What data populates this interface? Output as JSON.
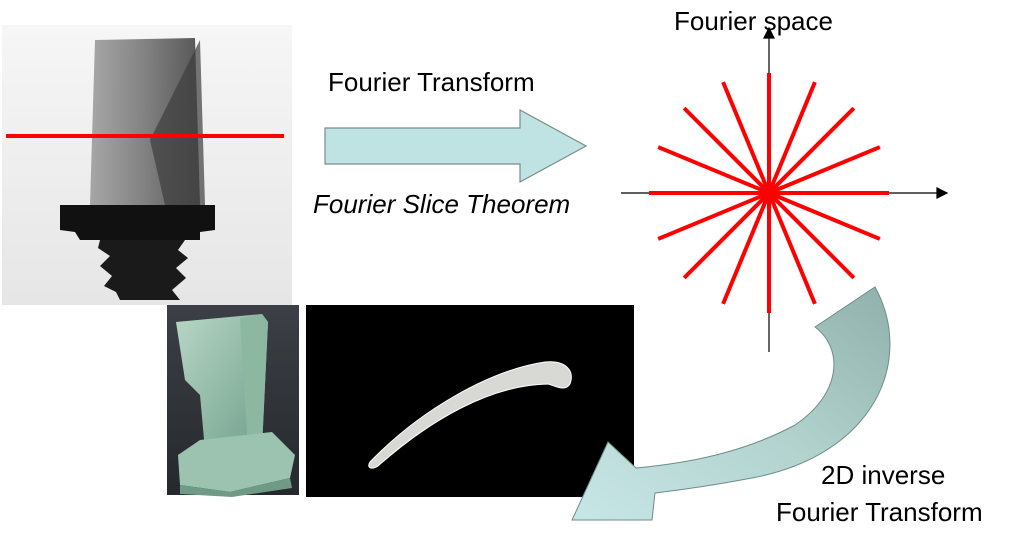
{
  "labels": {
    "forward_transform": "Fourier Transform",
    "theorem": "Fourier Slice Theorem",
    "fourier_space": "Fourier space",
    "inverse_line1": "2D inverse",
    "inverse_line2": "Fourier Transform"
  },
  "colors": {
    "slice_line": "#ff0000",
    "arrow_fill": "#bfe3e3",
    "arrow_stroke": "#7a8c8c",
    "curved_arrow_fill": "#a9c8c4",
    "axis": "#000000",
    "section_background": "#000000"
  },
  "fourier_space": {
    "spoke_count": 8
  }
}
